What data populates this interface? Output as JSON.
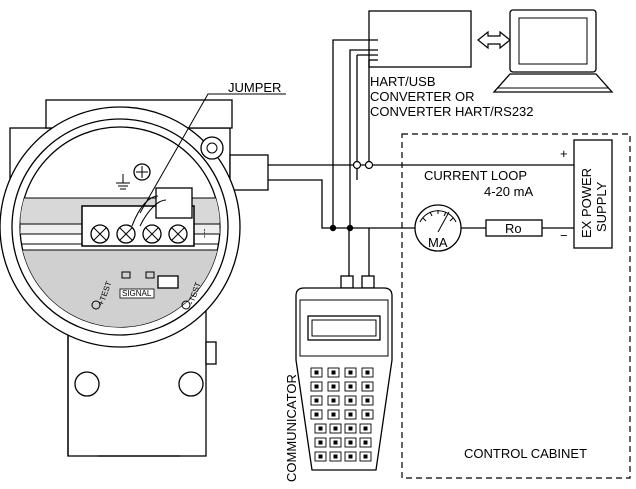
{
  "labels": {
    "jumper": "JUMPER",
    "converter_line1": "HART/USB",
    "converter_line2": "CONVERTER OR",
    "converter_line3": "CONVERTER HART/RS232",
    "current_loop": "CURRENT LOOP",
    "current_range": "4-20 mA",
    "power_line1": "EX POWER",
    "power_line2": "SUPPLY",
    "plus": "+",
    "minus": "−",
    "meter": "MA",
    "resistor": "Ro",
    "communicator": "COMMUNICATOR",
    "control_cabinet": "CONTROL CABINET",
    "plus_test": "+TEST",
    "minus_test": "-TEST",
    "signal": "SIGNAL"
  },
  "icons": {
    "double_arrow": "double-arrow-icon",
    "laptop": "laptop-icon",
    "ground": "ground-icon"
  }
}
